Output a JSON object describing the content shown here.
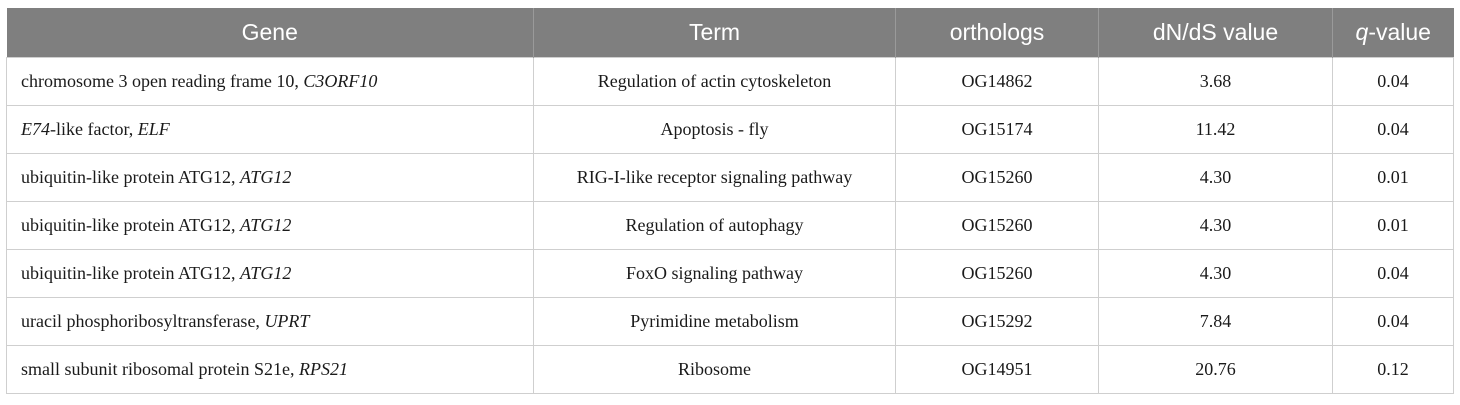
{
  "table": {
    "headers": {
      "gene": "Gene",
      "term": "Term",
      "orthologs": "orthologs",
      "dnds": "dN/dS value",
      "q_italic": "q",
      "q_rest": "-value"
    },
    "rows": [
      {
        "gene": "chromosome 3 open reading frame 10, ",
        "gene_symbol": "C3ORF10",
        "term": "Regulation of actin cytoskeleton",
        "orthologs": "OG14862",
        "dnds": "3.68",
        "q": "0.04"
      },
      {
        "gene_prefix_italic": "E74",
        "gene": "-like factor, ",
        "gene_symbol": "ELF",
        "term": "Apoptosis - fly",
        "orthologs": "OG15174",
        "dnds": "11.42",
        "q": "0.04"
      },
      {
        "gene": "ubiquitin-like protein ATG12, ",
        "gene_symbol": "ATG12",
        "term": "RIG-I-like receptor signaling pathway",
        "orthologs": "OG15260",
        "dnds": "4.30",
        "q": "0.01"
      },
      {
        "gene": "ubiquitin-like protein ATG12, ",
        "gene_symbol": "ATG12",
        "term": "Regulation of autophagy",
        "orthologs": "OG15260",
        "dnds": "4.30",
        "q": "0.01"
      },
      {
        "gene": "ubiquitin-like protein ATG12, ",
        "gene_symbol": "ATG12",
        "term": "FoxO signaling pathway",
        "orthologs": "OG15260",
        "dnds": "4.30",
        "q": "0.04"
      },
      {
        "gene": "uracil phosphoribosyltransferase, ",
        "gene_symbol": "UPRT",
        "term": "Pyrimidine metabolism",
        "orthologs": "OG15292",
        "dnds": "7.84",
        "q": "0.04"
      },
      {
        "gene": "small subunit ribosomal protein S21e, ",
        "gene_symbol": "RPS21",
        "term": "Ribosome",
        "orthologs": "OG14951",
        "dnds": "20.76",
        "q": "0.12"
      }
    ]
  }
}
